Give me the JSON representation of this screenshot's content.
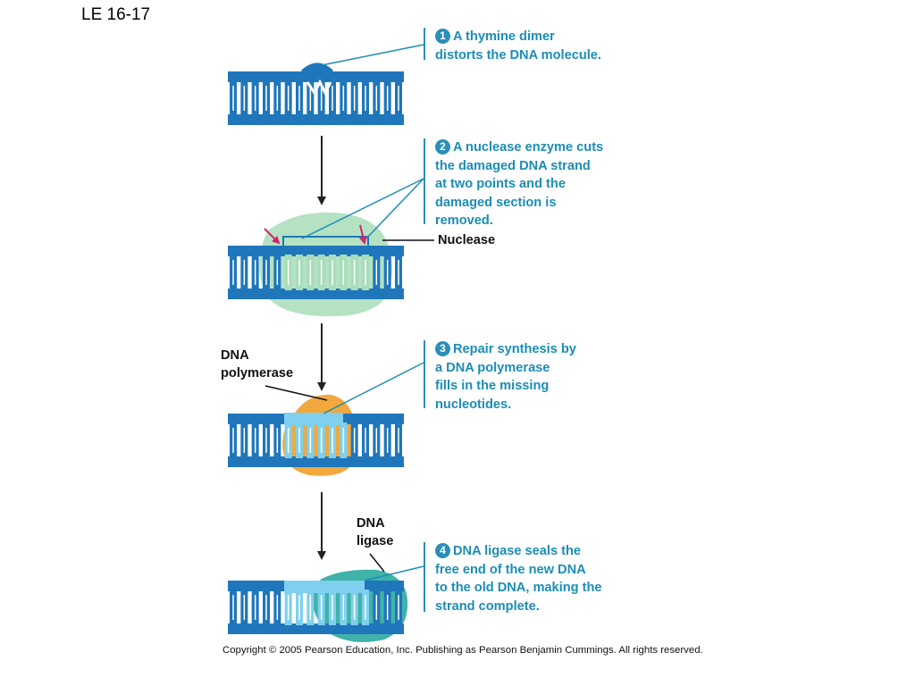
{
  "title": "LE 16-17",
  "steps": [
    {
      "num": "1",
      "text": "A thymine dimer\ndistorts the DNA molecule."
    },
    {
      "num": "2",
      "text": "A nuclease enzyme cuts\nthe damaged DNA strand\nat two points and the\ndamaged section is\nremoved."
    },
    {
      "num": "3",
      "text": "Repair synthesis by\na DNA polymerase\nfills in the missing\nnucleotides."
    },
    {
      "num": "4",
      "text": "DNA ligase seals the\nfree end of the new DNA\nto the old DNA, making the\nstrand complete."
    }
  ],
  "labels": {
    "nuclease": "Nuclease",
    "polymerase": "DNA\npolymerase",
    "ligase": "DNA\nligase"
  },
  "copyright": "Copyright © 2005 Pearson Education, Inc. Publishing as Pearson Benjamin Cummings. All rights reserved.",
  "colors": {
    "dna": "#1f76bb",
    "dna_light": "#7fd0ee",
    "nuclease": "#a7ddb9",
    "polymerase": "#f2a83c",
    "ligase": "#1ea59a",
    "callout": "#1b8db5",
    "cut_arrow": "#d4246e"
  }
}
